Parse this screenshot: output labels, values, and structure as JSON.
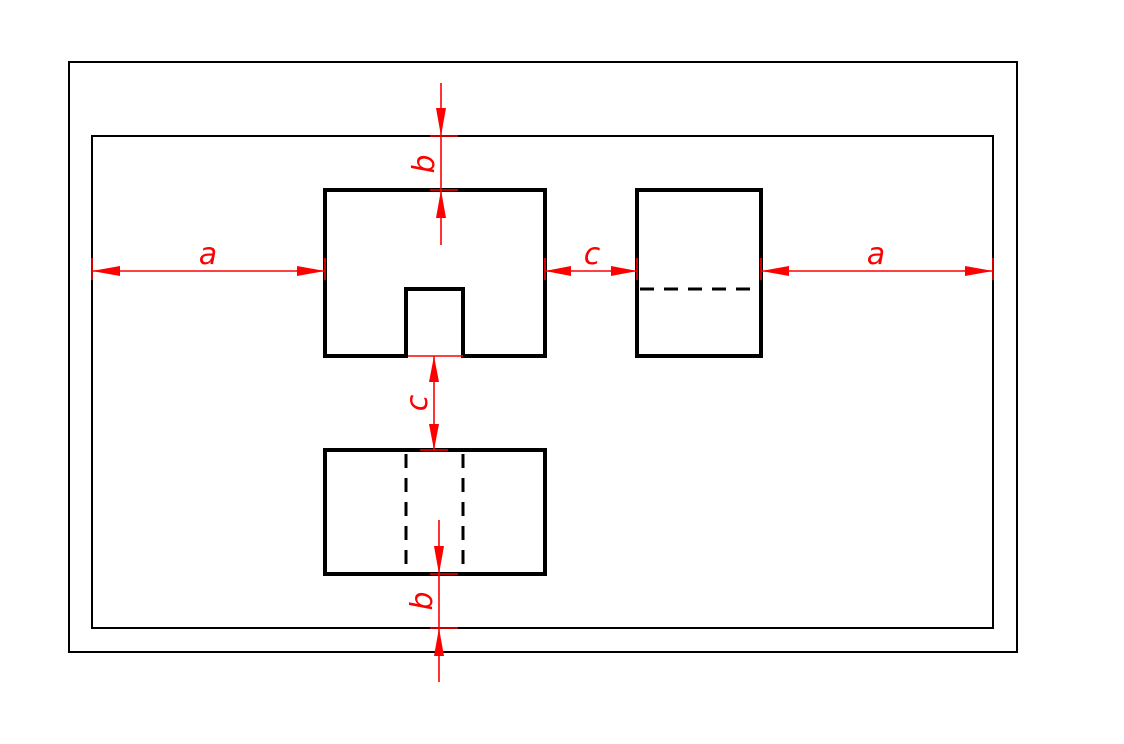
{
  "diagram": {
    "colors": {
      "object": "#000000",
      "dimension": "#ff0000",
      "background": "#ffffff"
    },
    "labels": {
      "a_left": "a",
      "a_right": "a",
      "b_top": "b",
      "b_bottom": "b",
      "c_horizontal": "c",
      "c_vertical": "c"
    },
    "views": [
      "front-view",
      "side-view",
      "top-view"
    ]
  }
}
